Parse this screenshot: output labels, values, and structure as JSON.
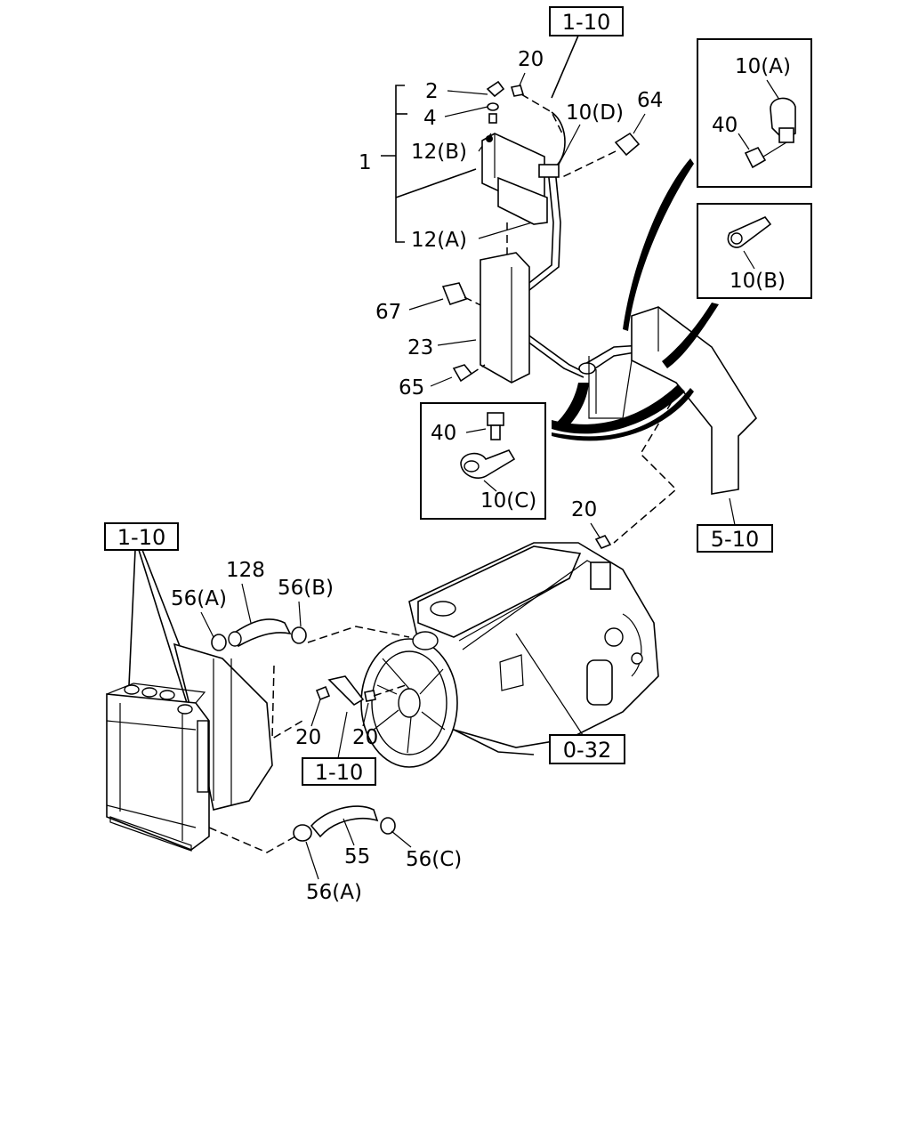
{
  "labels": {
    "ref_top": "1-10",
    "ref_left": "1-10",
    "ref_mid": "1-10",
    "ref_engine": "0-32",
    "ref_frame": "5-10",
    "p1": "1",
    "p2": "2",
    "p4": "4",
    "p12b": "12(B)",
    "p12a": "12(A)",
    "p20_top": "20",
    "p10d": "10(D)",
    "p64": "64",
    "p67": "67",
    "p23": "23",
    "p65": "65",
    "inset1_10a": "10(A)",
    "inset1_40": "40",
    "inset2_10b": "10(B)",
    "inset3_40": "40",
    "inset3_10c": "10(C)",
    "p20_right": "20",
    "p128": "128",
    "p56a_top": "56(A)",
    "p56b": "56(B)",
    "p20_l1": "20",
    "p20_l2": "20",
    "p55": "55",
    "p56c": "56(C)",
    "p56a_bottom": "56(A)"
  }
}
